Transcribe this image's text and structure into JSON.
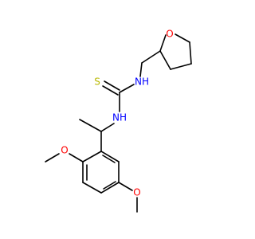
{
  "atoms": {
    "o_ring": {
      "text": "O",
      "color": "#ff0000"
    },
    "s_thione": {
      "text": "S",
      "color": "#b8b800"
    },
    "nh_upper": {
      "text": "NH",
      "color": "#0000ff"
    },
    "nh_lower": {
      "text": "NH",
      "color": "#0000ff"
    },
    "o_ortho": {
      "text": "O",
      "color": "#ff0000"
    },
    "o_meta": {
      "text": "O",
      "color": "#ff0000"
    }
  },
  "bond_color": "#000000"
}
